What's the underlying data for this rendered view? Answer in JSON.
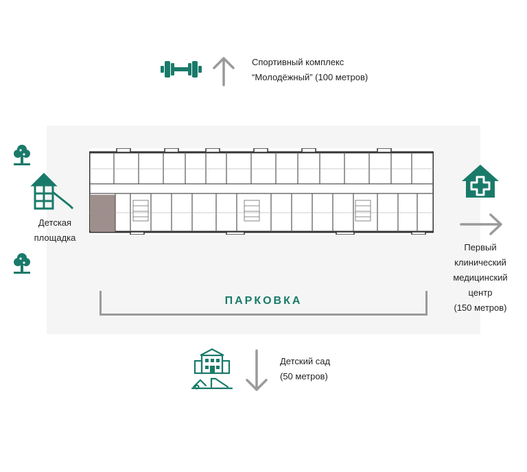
{
  "colors": {
    "accent": "#1a7a6a",
    "arrow": "#9a9a9a",
    "unit_highlight": "#9e8e8c"
  },
  "sport": {
    "line1": "Спортивный комплекс",
    "line2": "“Молодёжный” (100 метров)",
    "icon": "dumbbell-icon"
  },
  "playground": {
    "line1": "Детская",
    "line2": "площадка",
    "icon": "playground-slide-icon"
  },
  "clinic": {
    "line1": "Первый",
    "line2": "клинический",
    "line3": "медицинский",
    "line4": "центр",
    "line5": "(150 метров)",
    "icon": "medical-house-icon"
  },
  "kindergarten": {
    "line1": "Детский сад",
    "line2": "(50 метров)",
    "icon": "kindergarten-icon"
  },
  "parking": {
    "label": "ПАРКОВКА"
  }
}
